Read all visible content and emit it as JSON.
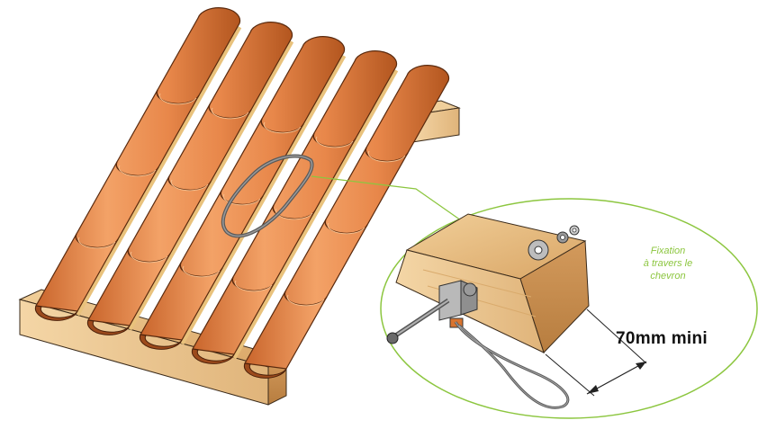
{
  "labels": {
    "fixation_line1": "Fixation",
    "fixation_line2": "à travers le",
    "fixation_line3": "chevron",
    "dimension": "70mm mini"
  },
  "colors": {
    "tile": "#e8874a",
    "tile_shade": "#c4622a",
    "tile_dark": "#8a3b14",
    "wood": "#e7b97a",
    "wood_dark": "#b98546",
    "callout_green": "#8cc63f",
    "cable": "#6e6e6e",
    "bracket": "#a7a7a7"
  },
  "icons": [
    "roof-tiles",
    "wooden-batten",
    "safety-cable-loop",
    "wooden-rafter",
    "metal-bracket",
    "bolt",
    "nut",
    "washer"
  ]
}
